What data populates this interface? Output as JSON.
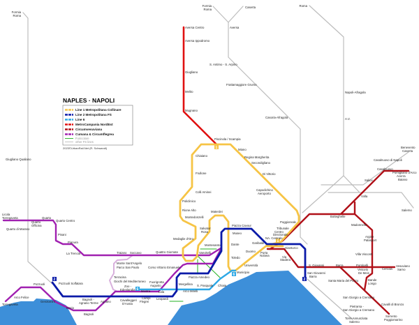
{
  "map": {
    "title": "NAPLES · NAPOLI",
    "copyright": "2023©UrbanRail.Net (R. Schwandl)"
  },
  "colors": {
    "sea": "#3d8fd9",
    "line1": "#f6c445",
    "line2": "#0a1aa8",
    "line6": "#2ea8e6",
    "metrocampania": "#e01010",
    "circumvesuviana": "#b01018",
    "cumana": "#a020b0",
    "cumana_branch": "#d8b0dc",
    "funicular": "#20b020",
    "fs": "#bdbdbd"
  },
  "legend": [
    {
      "label": "Line 1 Metropolitana Collinare",
      "color": "#f6c445"
    },
    {
      "label": "Line 2 Metropolitana FS",
      "color": "#0a1aa8"
    },
    {
      "label": "Line 6",
      "color": "#2ea8e6"
    },
    {
      "label": "MetroCampania NordEst",
      "color": "#e01010"
    },
    {
      "label": "Circumvesuviana",
      "color": "#b01018"
    },
    {
      "label": "Cumana & Circumflegrea",
      "color": "#a020b0"
    },
    {
      "label": "Funicolare",
      "color": "#20b020"
    },
    {
      "label": "other FS lines",
      "color": "#bdbdbd"
    }
  ],
  "badges": [
    {
      "label": "2",
      "color": "#0a1aa8"
    },
    {
      "label": "2",
      "color": "#0a1aa8"
    },
    {
      "label": "1",
      "color": "#f6c445"
    },
    {
      "label": "1",
      "color": "#f6c445"
    },
    {
      "label": "6",
      "color": "#2ea8e6"
    },
    {
      "label": "6",
      "color": "#2ea8e6"
    }
  ],
  "stations": [
    "Formia",
    "Roma",
    "Formia",
    "Roma",
    "Caserta",
    "Roma",
    "Aversa",
    "S. Antimo - S. Arpino",
    "Frattamaggiore Grumo",
    "Casoria-Afragola",
    "Napoli-Afragola",
    "A.V.",
    "Giugliano Qualiano",
    "Aversa Centro",
    "Aversa Ippodromo",
    "Giugliano",
    "Melito",
    "Mugnano",
    "Piscinola / Scampia",
    "Chiaiano",
    "Frullone",
    "Colli Aminei",
    "Policlinico",
    "Rione Alto",
    "Montedonzelli",
    "Medaglie d'Oro",
    "Quattro Giornate",
    "Vanvitelli",
    "Salvator",
    "Rosa",
    "Materdei",
    "Museo",
    "Dante",
    "Toledo",
    "Municipio",
    "Università",
    "Duomo",
    "Garibaldi",
    "Piazza Cavour",
    "Miano",
    "Regina Margherita",
    "Secondigliano",
    "Di Vittorio",
    "Capodichino",
    "Aeroporto",
    "Poggioreale",
    "Tribunale",
    "Centro",
    "Direzionale",
    "NA. Centrale",
    "Gianturco",
    "Porta",
    "Nolana",
    "Via",
    "Stadera",
    "Montesanto",
    "Corso Vittorio Emanuele",
    "Piazza Amedeo",
    "Mergellina",
    "S. Pasquale",
    "Arco Mirelli",
    "Chiaia",
    "Fuorigrotta",
    "Augusto",
    "Mostra",
    "Lala",
    "Leopardi",
    "Campi",
    "Flegrei",
    "Cavalleggeri",
    "D'Aosta",
    "Agnano",
    "Bagnoli -",
    "Agnano Terme",
    "Bagnoli",
    "Dazio",
    "Gerolomini",
    "Pozzuoli",
    "Arco Felice",
    "Torregaveta",
    "Pozzuoli Solfatara",
    "Zoo -",
    "Edenlandia",
    "Terracina",
    "Giochi del Mediterraneo",
    "Monte Sant'Angelo",
    "Parco San Paolo",
    "Traiano",
    "Soccavo",
    "La Trencia",
    "Pianura",
    "Pisani",
    "Quarto Centro",
    "Quarto",
    "Quarto",
    "Officina",
    "Quarto di Marano",
    "Licola",
    "Torregaveta",
    "Botteghelle",
    "Volla",
    "Salice",
    "Casalnuovo",
    "Pomigliano d'Arco",
    "Acerra",
    "Baiano",
    "Casalnuovo di Napoli",
    "Benevento",
    "Caserta",
    "Salerno",
    "Madonnelle",
    "Argine",
    "Palasport",
    "Villa Visconti",
    "S. Giovanni",
    "Barra",
    "Ponticelli",
    "Vesuvio",
    "De Meis",
    "Cercola",
    "Vesuviano",
    "Sarno",
    "San Giovanni",
    "Barra",
    "Santa Maria del Pozzo",
    "Bande",
    "Longo",
    "San Giorgio a Cremano",
    "Pietrarsa -",
    "San Giorgio a Cremano",
    "Cavalli di Bronzo",
    "Sorrento",
    "Poggiomarino",
    "Torre Annunziata",
    "Salerno"
  ]
}
